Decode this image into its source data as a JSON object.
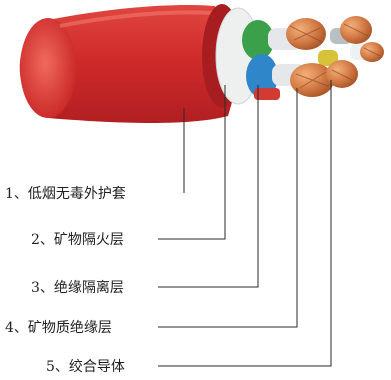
{
  "diagram": {
    "labels": [
      {
        "num": "1",
        "text": "低烟无毒外护套"
      },
      {
        "num": "2",
        "text": "矿物隔火层"
      },
      {
        "num": "3",
        "text": "绝缘隔离层"
      },
      {
        "num": "4",
        "text": "矿物质绝缘层"
      },
      {
        "num": "5",
        "text": "绞合导体"
      }
    ],
    "separator": "、"
  },
  "colors": {
    "sheath": "#cf2a2b",
    "fire_layer": "#e9ecec",
    "insulation_green": "#3aa14a",
    "insulation_blue": "#2f86c8",
    "insulation_yellow": "#d8c23a",
    "copper": "#d27a45"
  }
}
